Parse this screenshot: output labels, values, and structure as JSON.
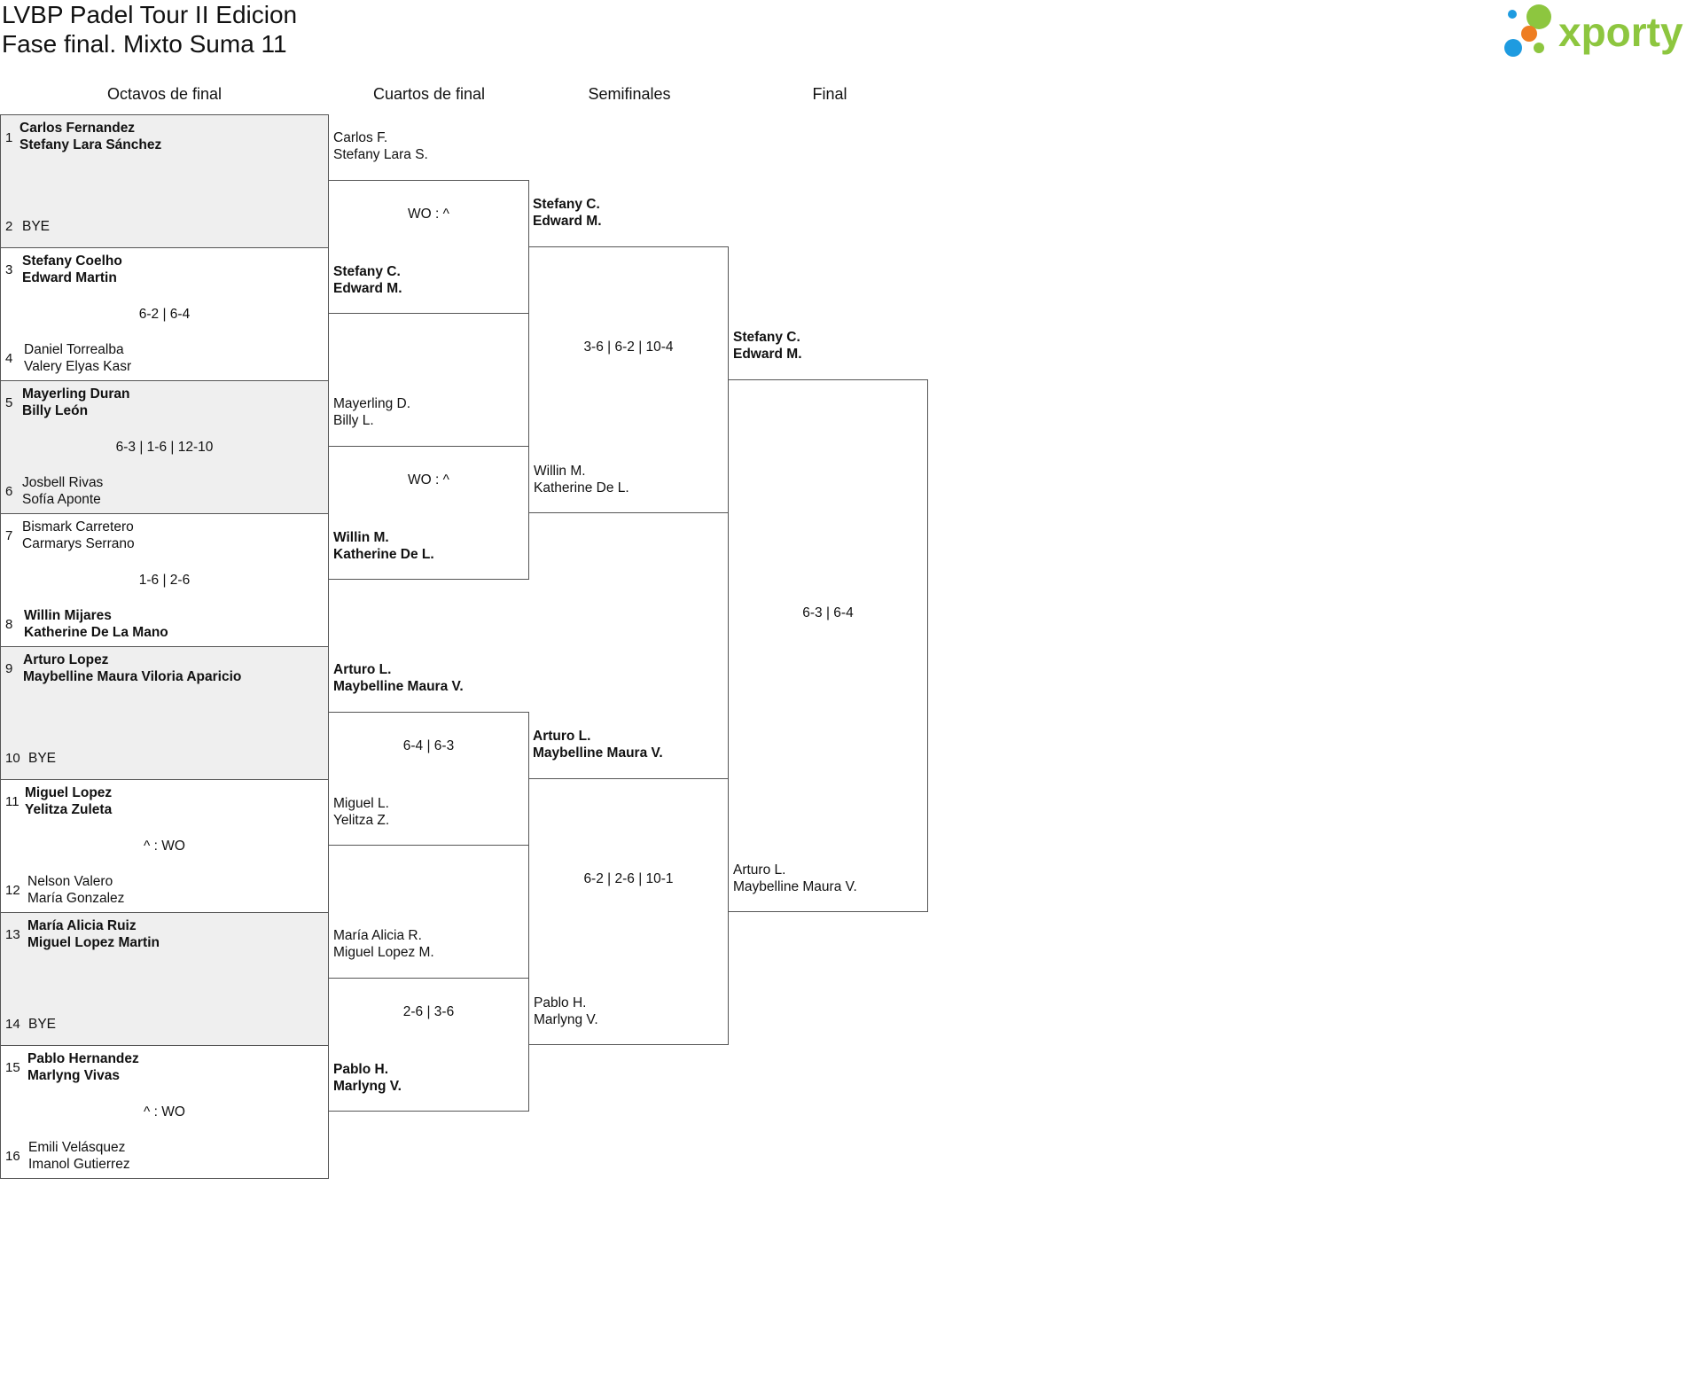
{
  "header": {
    "title": "LVBP Padel Tour II Edicion",
    "subtitle": "Fase final. Mixto Suma 11",
    "logo_text": "xporty"
  },
  "colors": {
    "logo_green": "#8dc63f",
    "logo_blue": "#1e9be0",
    "logo_orange": "#ee7d22",
    "shade": "#efefef",
    "line": "#555555"
  },
  "rounds": [
    "Octavos de final",
    "Cuartos de final",
    "Semifinales",
    "Final"
  ],
  "r16": [
    {
      "seed_a": "1",
      "a1": "Carlos Fernandez",
      "a2": "Stefany Lara Sánchez",
      "seed_b": "2",
      "b1": "BYE",
      "b2": "",
      "score": ""
    },
    {
      "seed_a": "3",
      "a1": "Stefany Coelho",
      "a2": "Edward Martin",
      "seed_b": "4",
      "b1": "Daniel Torrealba",
      "b2": "Valery Elyas Kasr",
      "score": "6-2 | 6-4"
    },
    {
      "seed_a": "5",
      "a1": "Mayerling Duran",
      "a2": "Billy León",
      "seed_b": "6",
      "b1": "Josbell Rivas",
      "b2": "Sofía Aponte",
      "score": "6-3 | 1-6 | 12-10"
    },
    {
      "seed_a": "7",
      "a1": "Bismark Carretero",
      "a2": "Carmarys Serrano",
      "seed_b": "8",
      "b1": "Willin Mijares",
      "b2": "Katherine De La Mano",
      "score": "1-6 | 2-6"
    },
    {
      "seed_a": "9",
      "a1": "Arturo Lopez",
      "a2": "Maybelline Maura Viloria Aparicio",
      "seed_b": "10",
      "b1": "BYE",
      "b2": "",
      "score": ""
    },
    {
      "seed_a": "11",
      "a1": "Miguel Lopez",
      "a2": "Yelitza Zuleta",
      "seed_b": "12",
      "b1": "Nelson Valero",
      "b2": "María Gonzalez",
      "score": "^ : WO"
    },
    {
      "seed_a": "13",
      "a1": "María Alicia Ruiz",
      "a2": "Miguel Lopez Martin",
      "seed_b": "14",
      "b1": "BYE",
      "b2": "",
      "score": ""
    },
    {
      "seed_a": "15",
      "a1": "Pablo Hernandez",
      "a2": "Marlyng Vivas",
      "seed_b": "16",
      "b1": "Emili Velásquez",
      "b2": "Imanol Gutierrez",
      "score": "^ : WO"
    }
  ],
  "qf": [
    {
      "a1": "Carlos F.",
      "a2": "Stefany Lara S.",
      "b1": "Stefany C.",
      "b2": "Edward M.",
      "score": "WO : ^"
    },
    {
      "a1": "Mayerling D.",
      "a2": "Billy L.",
      "b1": "Willin M.",
      "b2": "Katherine De L.",
      "score": "WO : ^"
    },
    {
      "a1": "Arturo L.",
      "a2": "Maybelline Maura V.",
      "b1": "Miguel L.",
      "b2": "Yelitza Z.",
      "score": "6-4 | 6-3"
    },
    {
      "a1": "María Alicia R.",
      "a2": "Miguel Lopez M.",
      "b1": "Pablo H.",
      "b2": "Marlyng V.",
      "score": "2-6 | 3-6"
    }
  ],
  "sf": [
    {
      "a1": "Stefany C.",
      "a2": "Edward M.",
      "b1": "Willin M.",
      "b2": "Katherine De L.",
      "score": "3-6 | 6-2 | 10-4"
    },
    {
      "a1": "Arturo L.",
      "a2": "Maybelline Maura V.",
      "b1": "Pablo H.",
      "b2": "Marlyng V.",
      "score": "6-2 | 2-6 | 10-1"
    }
  ],
  "final": {
    "a1": "Stefany C.",
    "a2": "Edward M.",
    "b1": "Arturo L.",
    "b2": "Maybelline Maura V.",
    "score": "6-3 | 6-4"
  }
}
